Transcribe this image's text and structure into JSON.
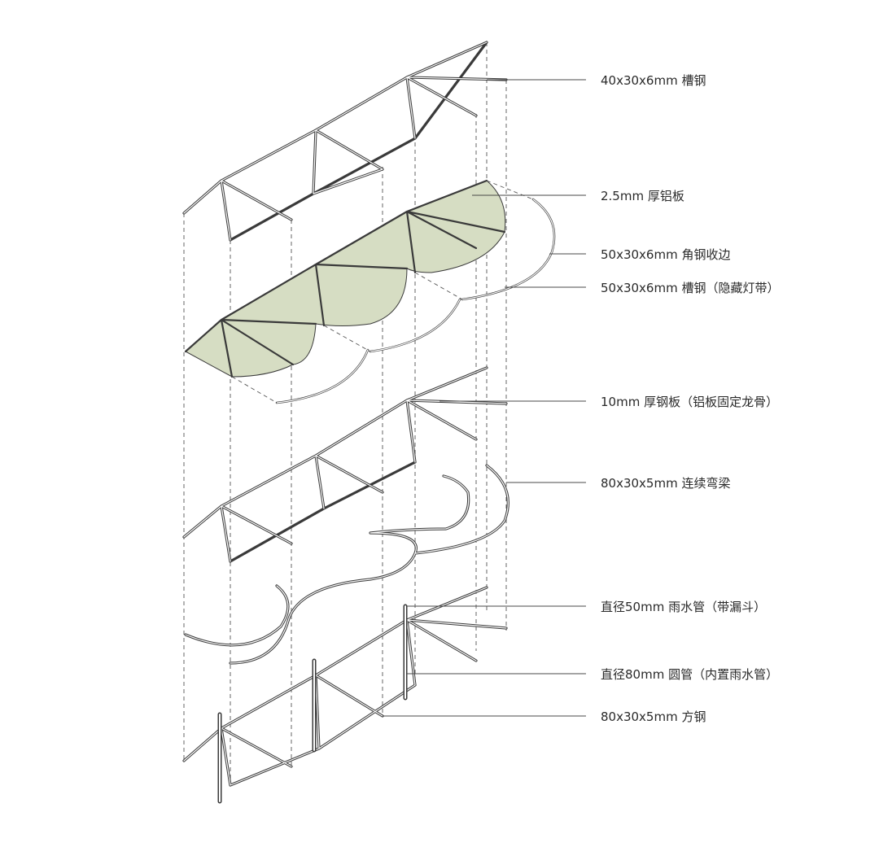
{
  "diagram": {
    "callouts": [
      {
        "id": "c1",
        "text": "40x30x6mm 槽钢"
      },
      {
        "id": "c2",
        "text": "2.5mm 厚铝板"
      },
      {
        "id": "c3",
        "text": "50x30x6mm 角钢收边"
      },
      {
        "id": "c4",
        "text": "50x30x6mm 槽钢（隐藏灯带）"
      },
      {
        "id": "c5",
        "text": "10mm 厚钢板（铝板固定龙骨）"
      },
      {
        "id": "c6",
        "text": "80x30x5mm 连续弯梁"
      },
      {
        "id": "c7",
        "text": "直径50mm 雨水管（带漏斗）"
      },
      {
        "id": "c8",
        "text": "直径80mm 圆管（内置雨水管）"
      },
      {
        "id": "c9",
        "text": "80x30x5mm 方钢"
      }
    ],
    "colors": {
      "panel_fill": "#d6ddc3",
      "line": "#3a3a3a",
      "background": "#ffffff"
    }
  }
}
